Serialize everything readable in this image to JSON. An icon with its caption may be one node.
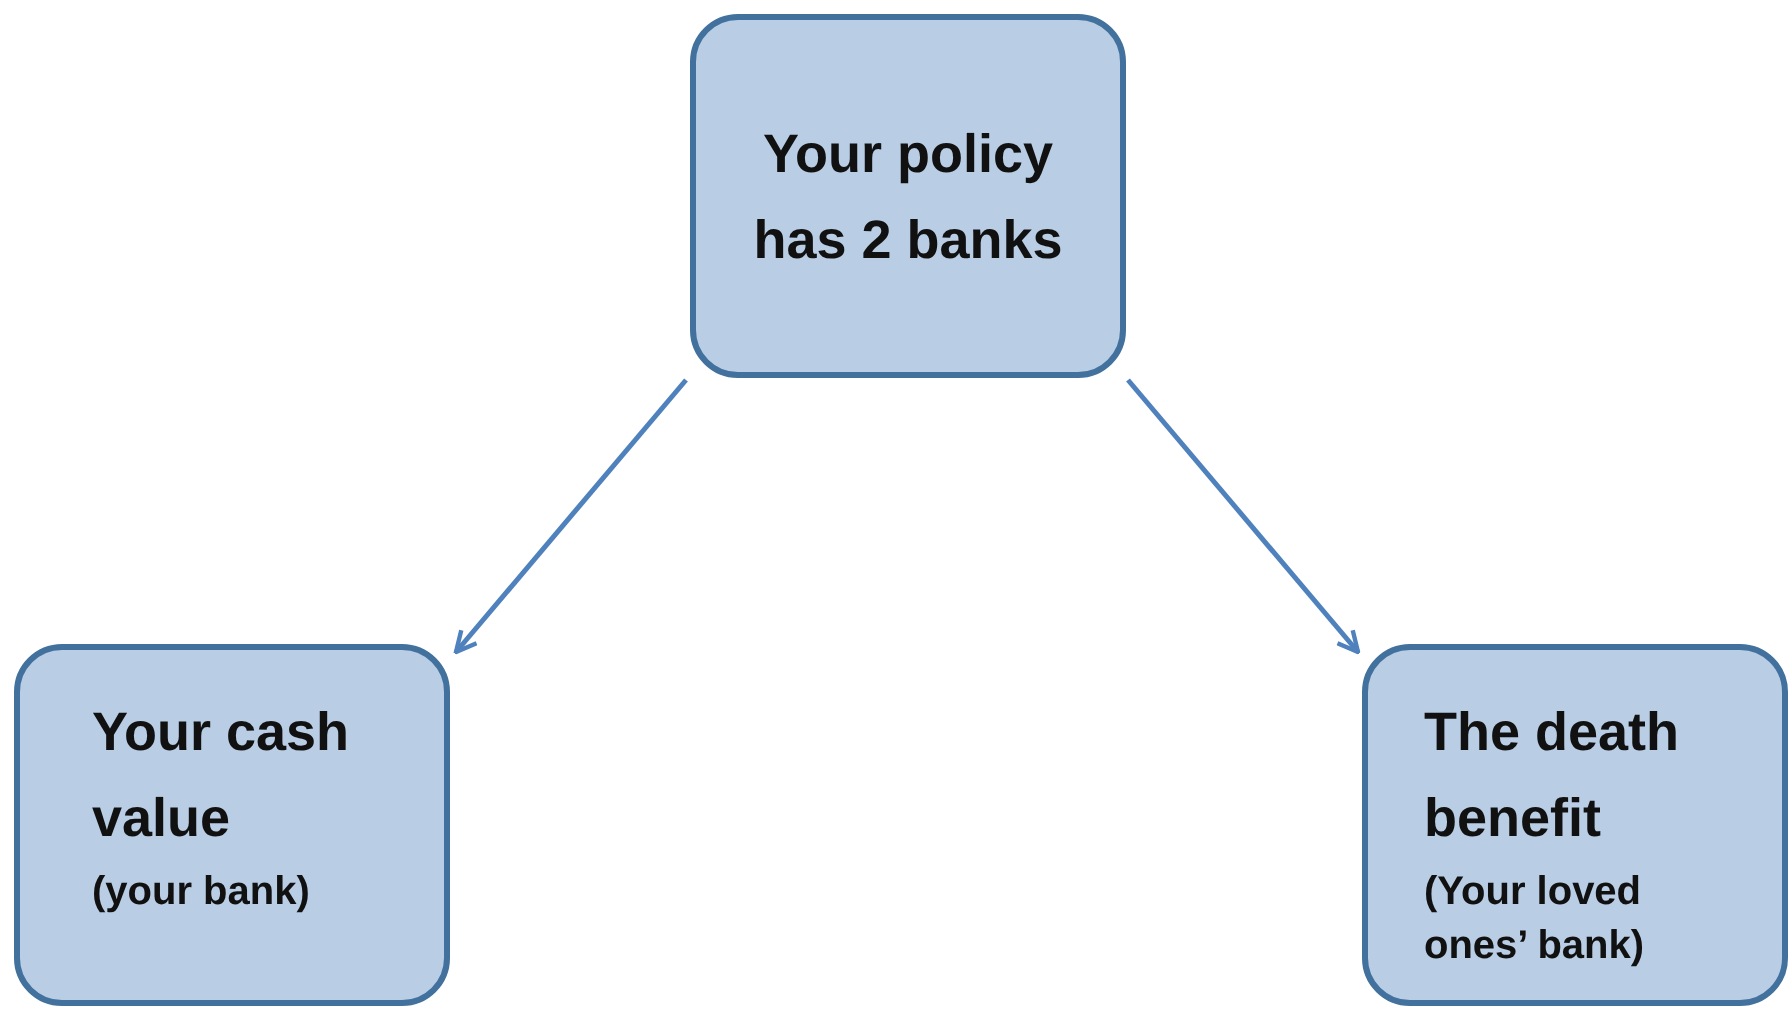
{
  "diagram": {
    "nodes": [
      {
        "text": [
          "Your policy has 2 banks"
        ]
      },
      {
        "text": [
          "Your cash value",
          "(your bank)"
        ]
      },
      {
        "text": [
          "The death benefit",
          "(Your loved ones’ bank)"
        ]
      }
    ],
    "edges": [
      {
        "from": 0,
        "to": 1,
        "arrow": "to"
      },
      {
        "from": 0,
        "to": 2,
        "arrow": "to"
      }
    ]
  }
}
